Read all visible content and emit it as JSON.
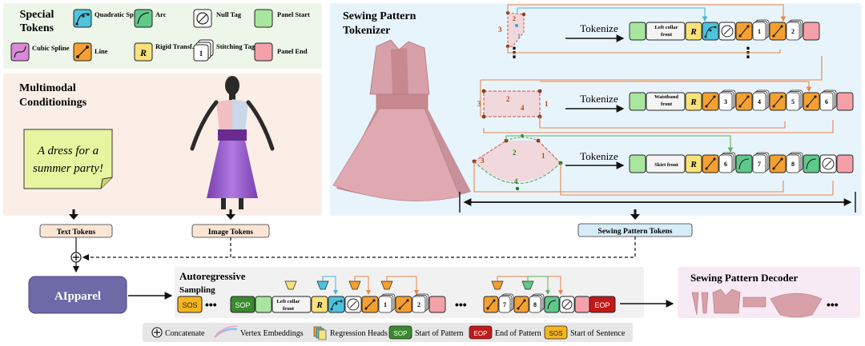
{
  "legend_tokens": {
    "title_line1": "Special",
    "title_line2": "Tokens",
    "quadratic": "Quadratic Spline",
    "arc": "Arc",
    "null_tag": "Null Tag",
    "panel_start": "Panel Start",
    "cubic": "Cubic Spline",
    "line": "Line",
    "rigid": "Rigid Transf.",
    "stitching": "Stitching Tags",
    "panel_end": "Panel End"
  },
  "conditionings": {
    "title_line1": "Multimodal",
    "title_line2": "Conditionings",
    "text_prompt_line1": "A dress for a",
    "text_prompt_line2": "summer party!",
    "text_tokens": "Text Tokens",
    "image_tokens": "Image Tokens"
  },
  "tokenizer": {
    "title_line1": "Sewing Pattern",
    "title_line2": "Tokenizer",
    "tokenize": "Tokenize",
    "row1_label_line1": "Left collar",
    "row1_label_line2": "front",
    "row2_label_line1": "Waistband",
    "row2_label_line2": "front",
    "row3_label": "Skirt front",
    "sewing_pattern_tokens": "Sewing Pattern Tokens"
  },
  "sampling": {
    "model_name": "AIpparel",
    "title_line1": "Autoregressive",
    "title_line2": "Sampling",
    "sos": "SOS",
    "sop": "SOP",
    "eop": "EOP",
    "panel_label_line1": "Left collar",
    "panel_label_line2": "front"
  },
  "decoder": {
    "title": "Sewing Pattern Decoder"
  },
  "bottom_legend": {
    "concatenate": "Concatenate",
    "vertex_embeddings": "Vertex Embeddings",
    "regression_heads": "Regression Heads",
    "start_of_pattern": "Start of Pattern",
    "end_of_pattern": "End of Pattern",
    "start_of_sentence": "Start of Sentence"
  },
  "colors": {
    "panel_start": "#a8e6a0",
    "panel_end": "#f4a0a8",
    "line": "#f5a030",
    "rigid": "#f9e27a",
    "arc": "#5fc98a",
    "quadratic": "#4cc4e0",
    "cubic": "#d98ad8",
    "sop": "#3a8a2e",
    "eop": "#c41818",
    "sos": "#f5b51e",
    "aipparel": "#6e6aa8",
    "panel_fill": "#e0a8b0"
  }
}
